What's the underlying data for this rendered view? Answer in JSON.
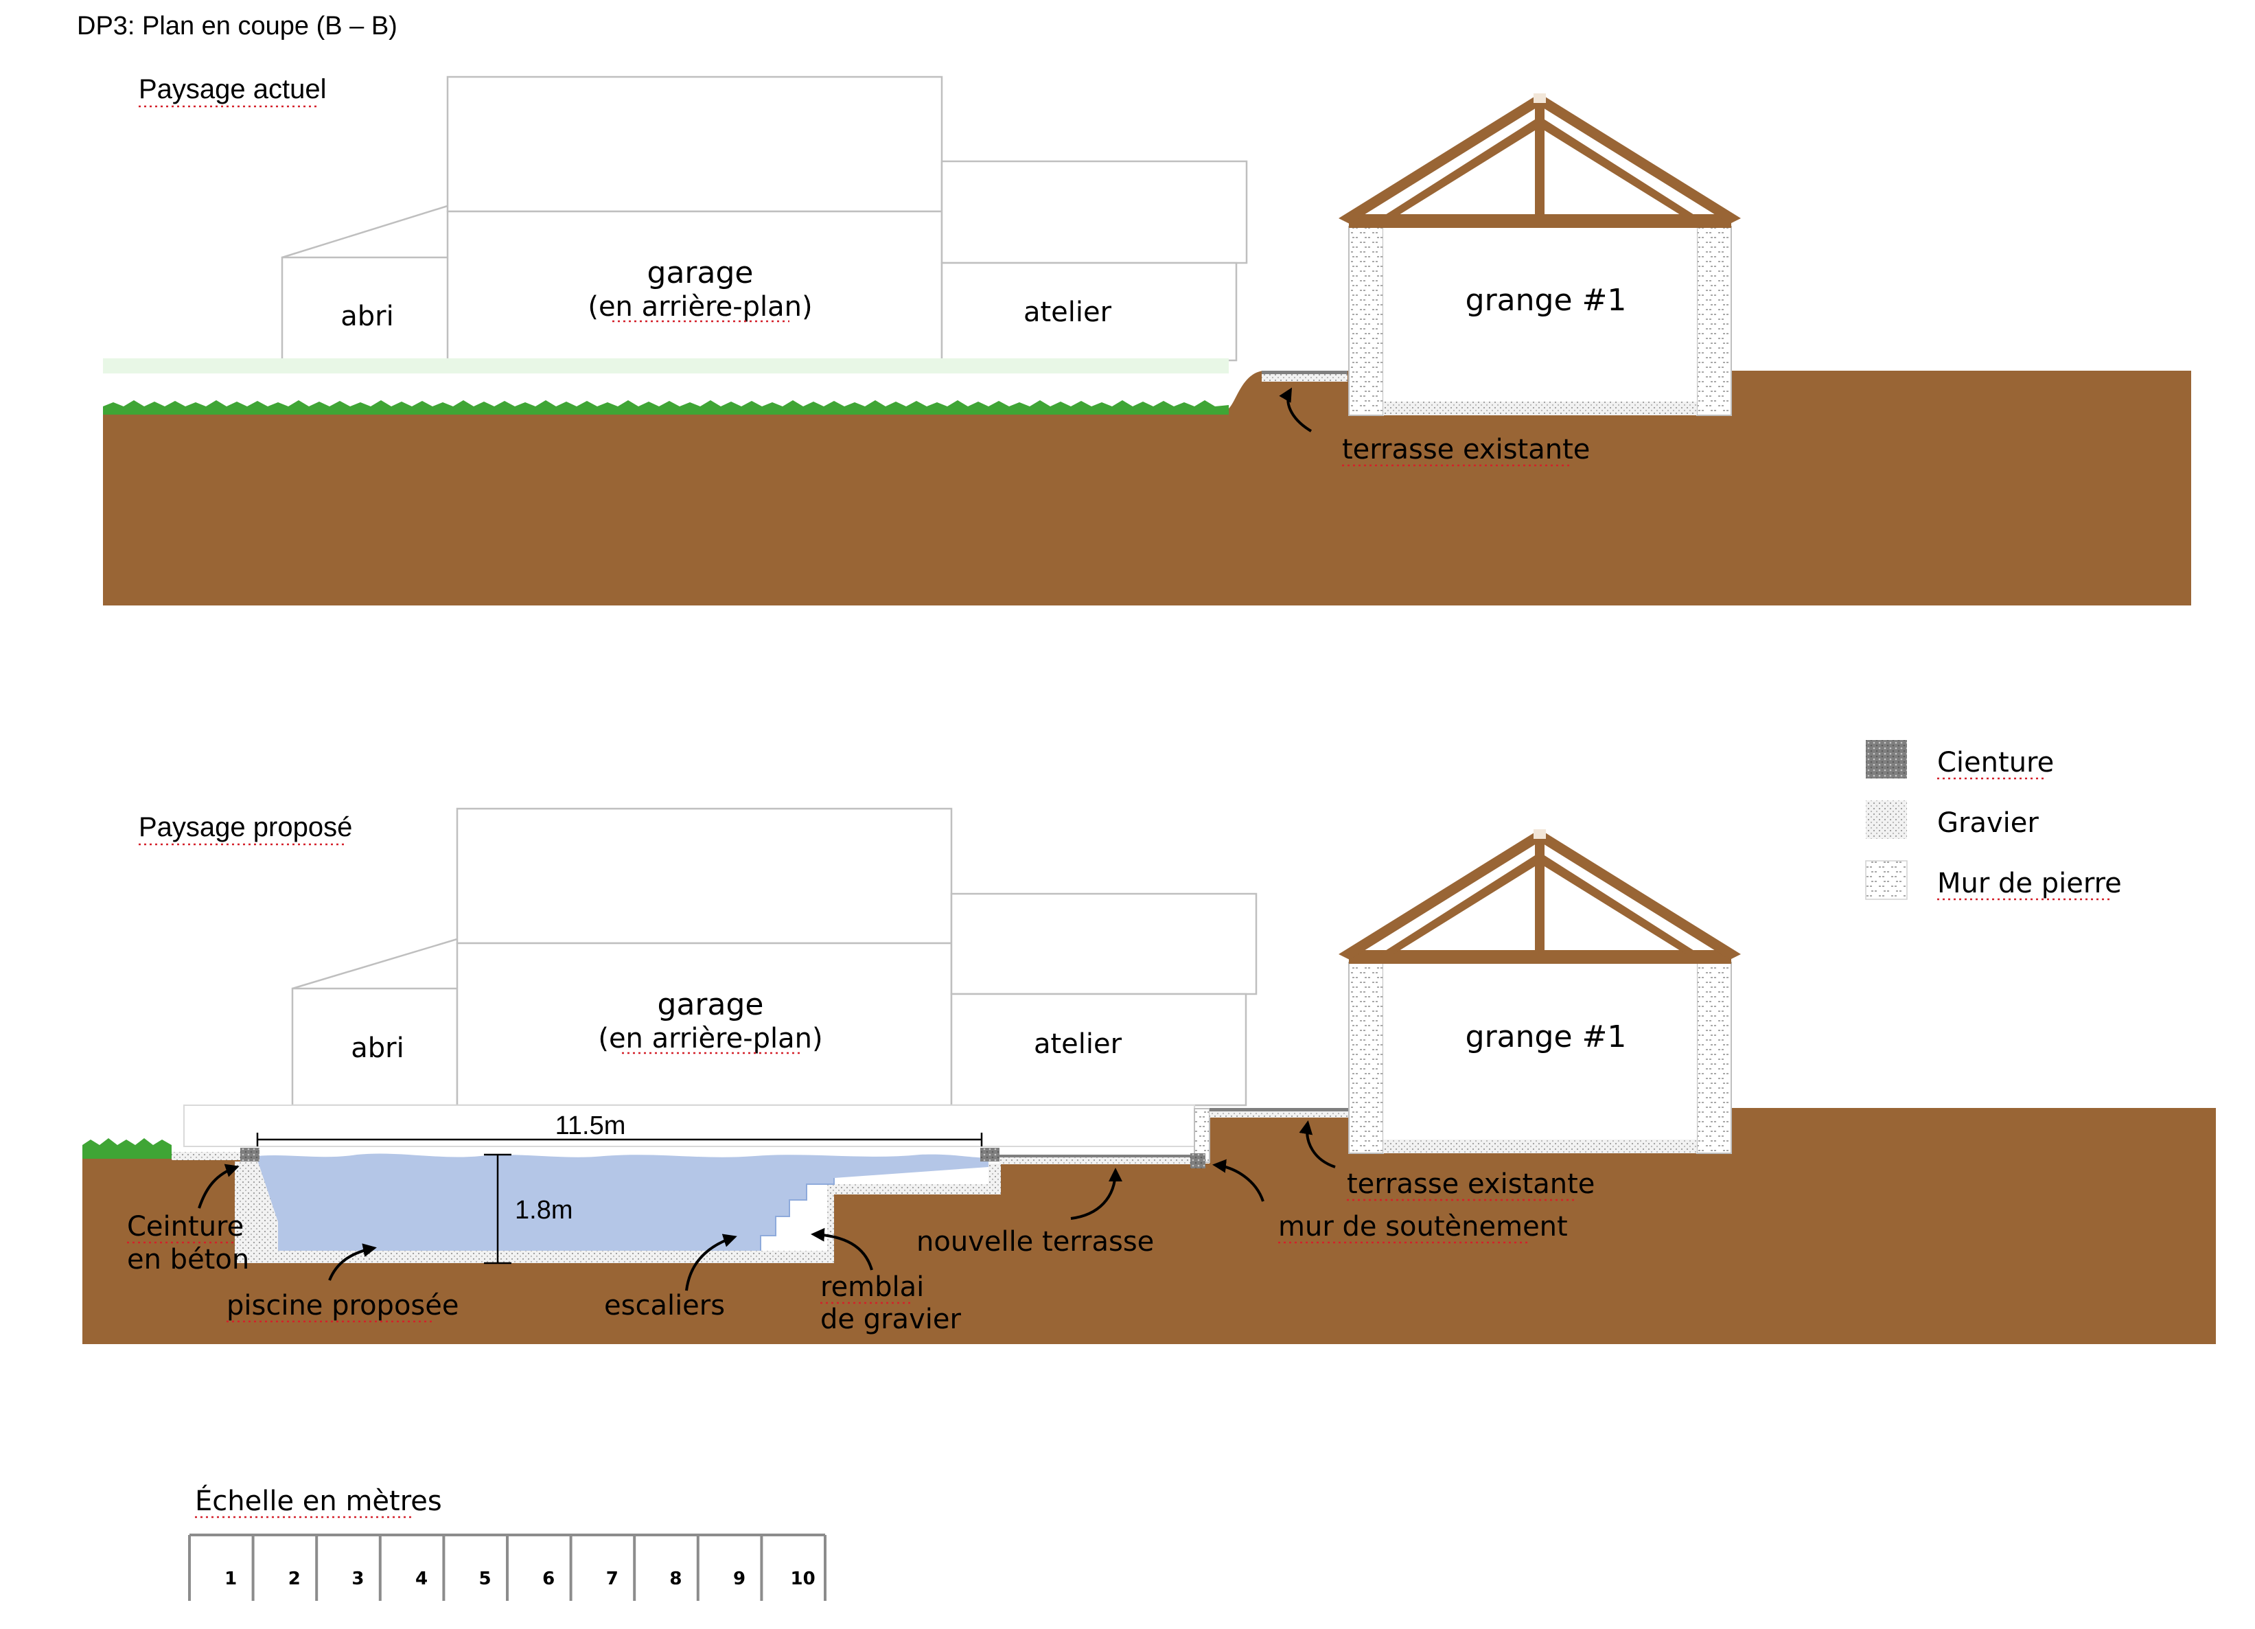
{
  "title": "DP3: Plan en coupe (B – B)",
  "colors": {
    "soil": "#996535",
    "grass": "#3fa535",
    "water": "#b4c6e7",
    "wood": "#996535",
    "gravel": "#eeeeee",
    "concrete": "#7f7f7f"
  },
  "current": {
    "heading": "Paysage actuel",
    "buildings": {
      "abri": "abri",
      "garage": "garage",
      "garage_sub": "(en arrière-plan)",
      "atelier": "atelier",
      "grange": "grange #1"
    },
    "annotations": {
      "terrasse": "terrasse existante"
    }
  },
  "proposed": {
    "heading": "Paysage proposé",
    "buildings": {
      "abri": "abri",
      "garage": "garage",
      "garage_sub": "(en arrière-plan)",
      "atelier": "atelier",
      "grange": "grange #1"
    },
    "dimensions": {
      "length": "11.5m",
      "depth": "1.8m"
    },
    "annotations": {
      "ceinture_1": "Ceinture",
      "ceinture_2": "en béton",
      "piscine": "piscine proposée",
      "escaliers": "escaliers",
      "remblai_1": "remblai",
      "remblai_2": "de gravier",
      "nouvelle_terrasse": "nouvelle terrasse",
      "mur": "mur de soutènement",
      "terrasse": "terrasse existante"
    }
  },
  "legend": [
    {
      "label": "Cienture",
      "pattern": "concrete"
    },
    {
      "label": "Gravier",
      "pattern": "gravel"
    },
    {
      "label": "Mur de pierre",
      "pattern": "stone"
    }
  ],
  "scale": {
    "title": "Échelle en mètres",
    "ticks": [
      "1",
      "2",
      "3",
      "4",
      "5",
      "6",
      "7",
      "8",
      "9",
      "10"
    ]
  }
}
